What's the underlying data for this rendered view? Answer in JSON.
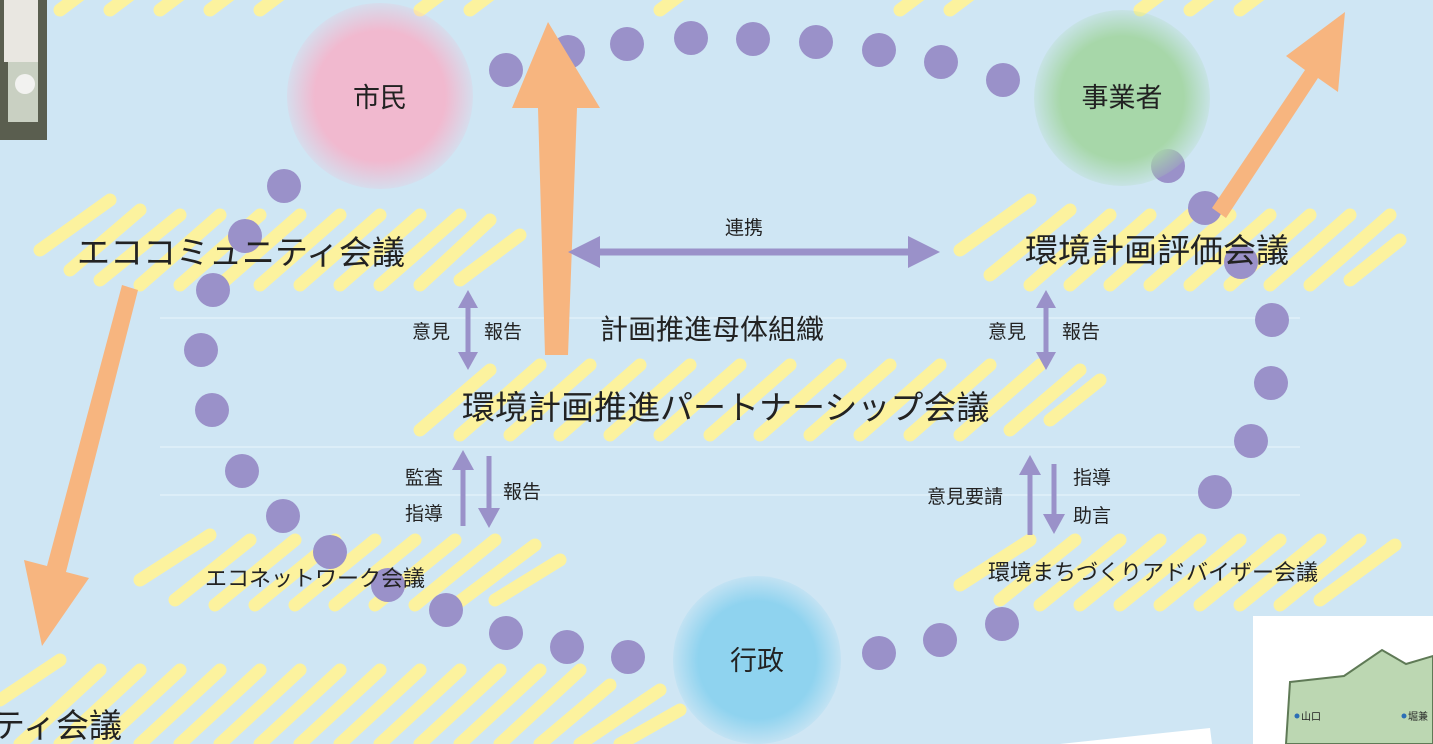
{
  "nodes": {
    "citizen": "市民",
    "business": "事業者",
    "government": "行政"
  },
  "councils": {
    "eco_community": "エココミュニティ会議",
    "evaluation": "環境計画評価会議",
    "partnership": "環境計画推進パートナーシップ会議",
    "eco_network": "エコネットワーク会議",
    "advisor": "環境まちづくりアドバイザー会議",
    "eco_community_cut": "ティ会議"
  },
  "center_label": "計画推進母体組織",
  "arrows": {
    "cooperation": "連携",
    "left_opinion": "意見",
    "left_report": "報告",
    "right_opinion": "意見",
    "right_report": "報告",
    "audit": "監査",
    "guidance": "指導",
    "bottom_left_report": "報告",
    "opinion_request": "意見要請",
    "advice_guidance": "指導",
    "advice": "助言"
  },
  "map_labels": {
    "yamaguchi": "山口",
    "sakai": "堀兼"
  },
  "colors": {
    "background": "#cfe6f4",
    "dot": "#9a91c9",
    "arrow": "#9a91c9",
    "highlight": "#fff39a",
    "big_arrow": "#f7b57f",
    "citizen": "#f1b9cf",
    "business": "#a7d7a9",
    "government": "#8fd3ef"
  }
}
